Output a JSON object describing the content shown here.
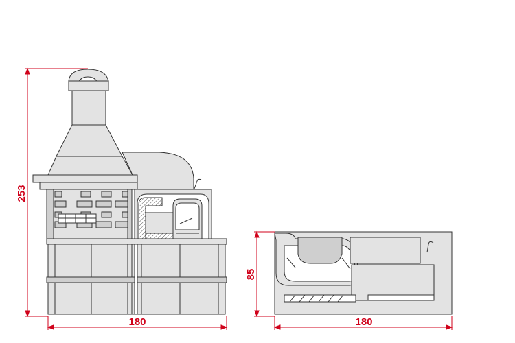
{
  "colors": {
    "line": "#333333",
    "fill": "#e3e3e3",
    "fill_dark": "#cfcfcf",
    "dimension": "#d0021b"
  },
  "views": {
    "front": {
      "height_label": "253",
      "width_label": "180"
    },
    "side": {
      "height_label": "85",
      "width_label": "180"
    }
  }
}
